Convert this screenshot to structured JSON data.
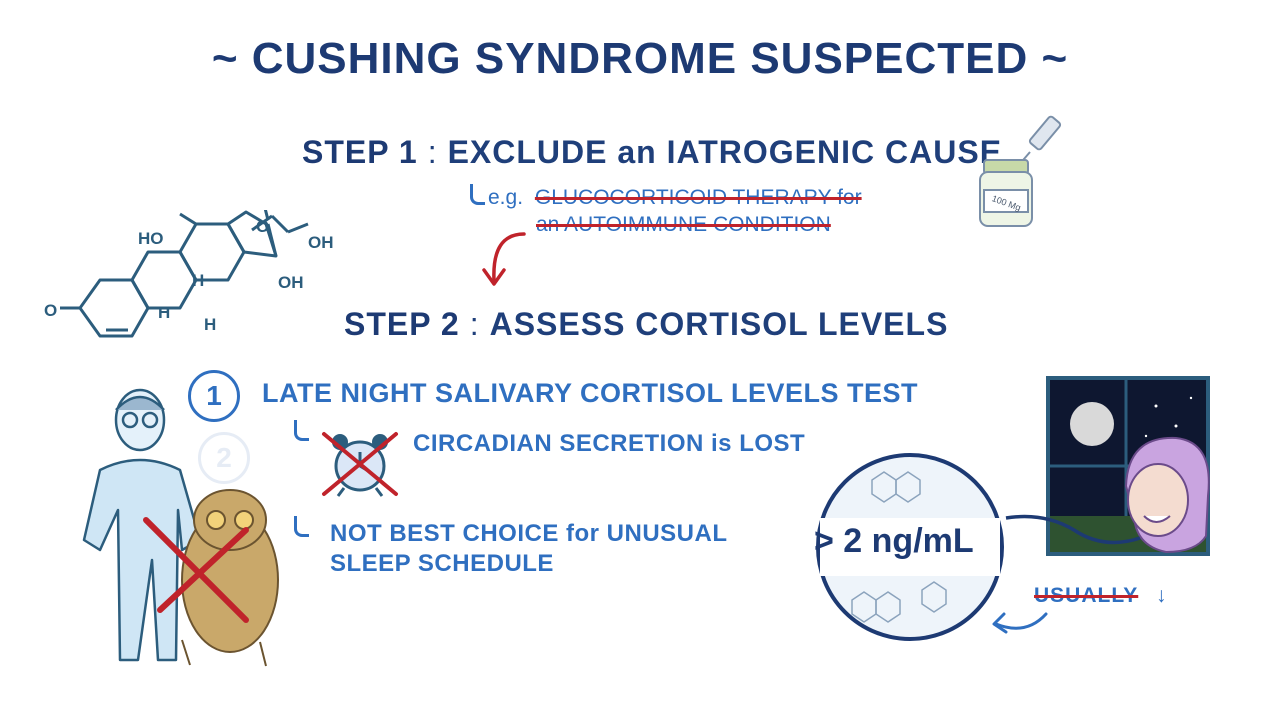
{
  "title": "~ CUSHING SYNDROME SUSPECTED ~",
  "step1": {
    "label": "STEP 1",
    "separator": ":",
    "text": "EXCLUDE an IATROGENIC CAUSE",
    "example_prefix": "e.g.",
    "example_line1": "GLUCOCORTICOID THERAPY for",
    "example_line2": "an AUTOIMMUNE CONDITION"
  },
  "step2": {
    "label": "STEP 2",
    "separator": ":",
    "text": "ASSESS CORTISOL LEVELS"
  },
  "molecule_labels": {
    "ho_top": "HO",
    "oh_right": "OH",
    "oh_ring": "OH",
    "o_top": "O",
    "o_left": "O",
    "h1": "H",
    "h2": "H",
    "h3": "H"
  },
  "vial_label": "100 Mg",
  "test": {
    "number": "1",
    "faded_number": "2",
    "title": "LATE NIGHT SALIVARY CORTISOL LEVELS TEST",
    "point1": "CIRCADIAN SECRETION is LOST",
    "point2_line1": "NOT BEST CHOICE for UNUSUAL",
    "point2_line2": "SLEEP SCHEDULE"
  },
  "cortisol_threshold": "> 2 ng/mL",
  "usually_label": "USUALLY",
  "usually_arrow": "↓",
  "colors": {
    "navy": "#1d3a73",
    "blue": "#2f6fc0",
    "red": "#c0232b",
    "night": "#0e1730"
  }
}
